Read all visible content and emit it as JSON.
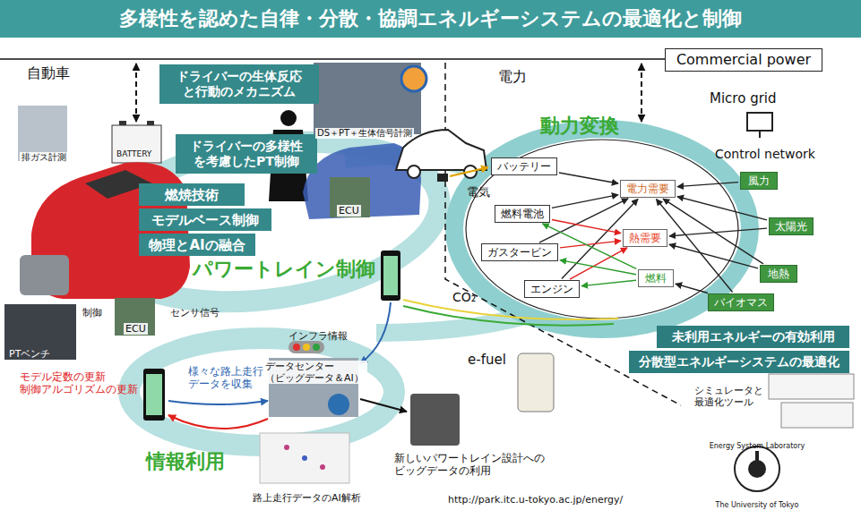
{
  "diagram": {
    "title": "多様性を認めた自律・分散・協調エネルギーシステムの最適化と制御",
    "nodes": [
      {
        "text": [
          "ドライバーの生体反応 と行動のメカニズム"
        ]
      },
      {
        "text": [
          "Commercial power"
        ]
      },
      {
        "text": [
          "ドライバーの多様性 を考慮したPT制御"
        ]
      },
      {
        "text": [
          "燃焼技術"
        ]
      },
      {
        "text": [
          "モデルベース制御"
        ]
      },
      {
        "text": [
          "物理とAIの融合"
        ]
      },
      {
        "text": [
          "バッテリー"
        ]
      },
      {
        "text": [
          "電力需要"
        ]
      },
      {
        "text": [
          "風力"
        ]
      },
      {
        "text": [
          "燃料電池"
        ]
      },
      {
        "text": [
          "熱需要"
        ]
      },
      {
        "text": [
          "太陽光"
        ]
      },
      {
        "text": [
          "ガスタービン"
        ]
      },
      {
        "text": [
          "地熱"
        ]
      },
      {
        "text": [
          "燃料"
        ]
      },
      {
        "text": [
          "エンジン"
        ]
      },
      {
        "text": [
          "バイオマス"
        ]
      },
      {
        "text": [
          "未利用エネルギーの有効利用"
        ]
      },
      {
        "text": [
          "分散型エネルギーシステムの最適化"
        ]
      }
    ],
    "edges": [
      {
        "from": 6,
        "to": 7,
        "arrow": "to"
      },
      {
        "from": 9,
        "to": 7,
        "arrow": "to"
      },
      {
        "from": 12,
        "to": 7,
        "arrow": "to"
      },
      {
        "from": 15,
        "to": 7,
        "arrow": "to"
      },
      {
        "from": 9,
        "to": 10,
        "arrow": "to"
      },
      {
        "from": 12,
        "to": 10,
        "arrow": "to"
      },
      {
        "from": 15,
        "to": 10,
        "arrow": "to"
      },
      {
        "from": 14,
        "to": 9,
        "arrow": "to"
      },
      {
        "from": 14,
        "to": 12,
        "arrow": "to"
      },
      {
        "from": 14,
        "to": 15,
        "arrow": "to"
      },
      {
        "from": 8,
        "to": 7,
        "arrow": "to"
      },
      {
        "from": 11,
        "to": 7,
        "arrow": "to"
      },
      {
        "from": 11,
        "to": 10,
        "arrow": "to"
      },
      {
        "from": 13,
        "to": 7,
        "arrow": "to"
      },
      {
        "from": 13,
        "to": 10,
        "arrow": "to"
      },
      {
        "from": 16,
        "to": 7,
        "arrow": "to"
      },
      {
        "from": 16,
        "to": 14,
        "arrow": "to"
      }
    ],
    "labels": [
      "自動車",
      "DS＋PT＋生体信号計測",
      "電力",
      "Micro grid",
      "Control network",
      "動力変換",
      "排ガス計測",
      "BATTERY",
      "ECU",
      "電気",
      "パワートレイン制御",
      "制御",
      "センサ信号",
      "ECU",
      "PTベンチ",
      "CO₂",
      "インフラ情報",
      "e-fuel",
      "モデル定数の更新 制御アルゴリズムの更新",
      "様々な路上走行 データを収集",
      "データセンター （ビッグデータ＆AI）",
      "シミュレータと 最適化ツール",
      "情報利用",
      "新しいパワートレイン設計への ビッグデータの利用",
      "路上走行データのAI解析",
      "http://park.itc.u-tokyo.ac.jp/energy/",
      "Energy System Laboratory",
      "The University of Tokyo"
    ]
  }
}
